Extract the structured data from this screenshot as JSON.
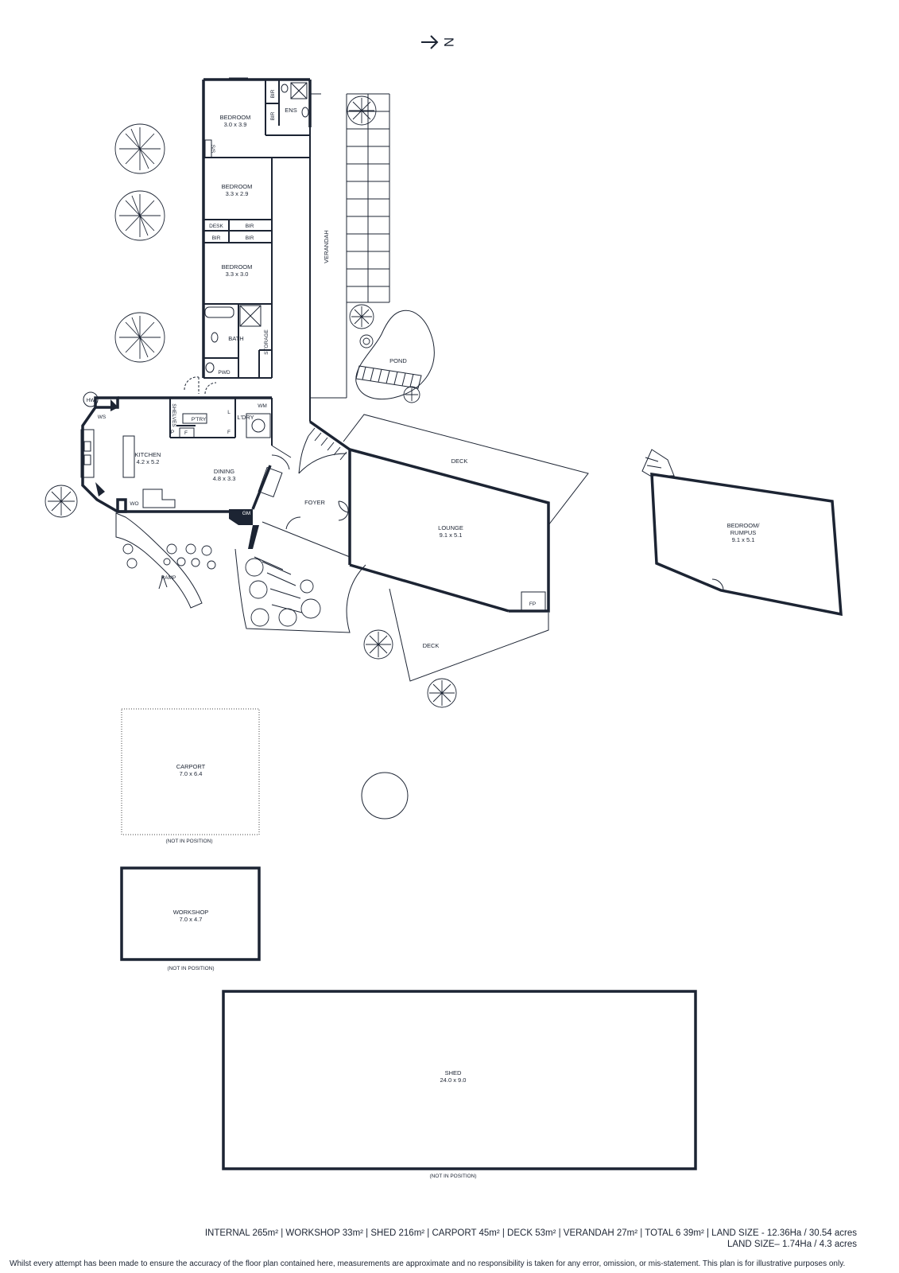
{
  "rooms": {
    "bedroom1": {
      "name": "BEDROOM",
      "size": "3.0 x 3.9"
    },
    "bedroom2": {
      "name": "BEDROOM",
      "size": "3.3 x 2.9"
    },
    "bedroom3": {
      "name": "BEDROOM",
      "size": "3.3 x 3.0"
    },
    "ens": "ENS",
    "bir1": "BIR",
    "bir2": "BIR",
    "bir3": "BIR",
    "bir4": "BIR",
    "bir5": "BIR",
    "desk": "DESK",
    "sis": "S/S",
    "bath": "BATH",
    "pwd": "PWD",
    "storage": "STORAGE",
    "verandah": "VERANDAH",
    "pond": "POND",
    "kitchen": {
      "name": "KITCHEN",
      "size": "4.2 x 5.2"
    },
    "dining": {
      "name": "DINING",
      "size": "4.8 x 3.3"
    },
    "ptry": "P'TRY",
    "ldry": "L'DRY",
    "wm": "WM",
    "shelves": "SHELVES",
    "l": "L",
    "p": "P",
    "f1": "F",
    "f2": "F",
    "hw": "HW",
    "ws": "WS",
    "wo": "WO",
    "gm": "GM",
    "foyer": "FOYER",
    "deck_top": "DECK",
    "deck_bottom": "DECK",
    "lounge": {
      "name": "LOUNGE",
      "size": "9.1 x 5.1"
    },
    "fp": "FP",
    "ramp": "RAMP",
    "rumpus": {
      "name": "BEDROOM/",
      "name2": "RUMPUS",
      "size": "9.1 x 5.1"
    },
    "carport": {
      "name": "CARPORT",
      "size": "7.0 x 6.4",
      "note": "(NOT IN POSITION)"
    },
    "workshop": {
      "name": "WORKSHOP",
      "size": "7.0 x 4.7",
      "note": "(NOT IN POSITION)"
    },
    "shed": {
      "name": "SHED",
      "size": "24.0 x 9.0",
      "note": "(NOT IN POSITION)"
    }
  },
  "north_letter": "N",
  "summary": {
    "line1": "INTERNAL 265m² | WORKSHOP 33m² | SHED 216m² | CARPORT 45m² | DECK 53m² | VERANDAH 27m² | TOTAL 6 39m² | LAND SIZE - 12.36Ha / 30.54 acres",
    "line2": "LAND SIZE– 1.74Ha / 4.3 acres"
  },
  "disclaimer": "Whilst every attempt has been made to ensure the accuracy of the floor plan contained here, measurements are approximate and no responsibility is taken for any error, omission, or mis-statement. This plan is for illustrative purposes only."
}
